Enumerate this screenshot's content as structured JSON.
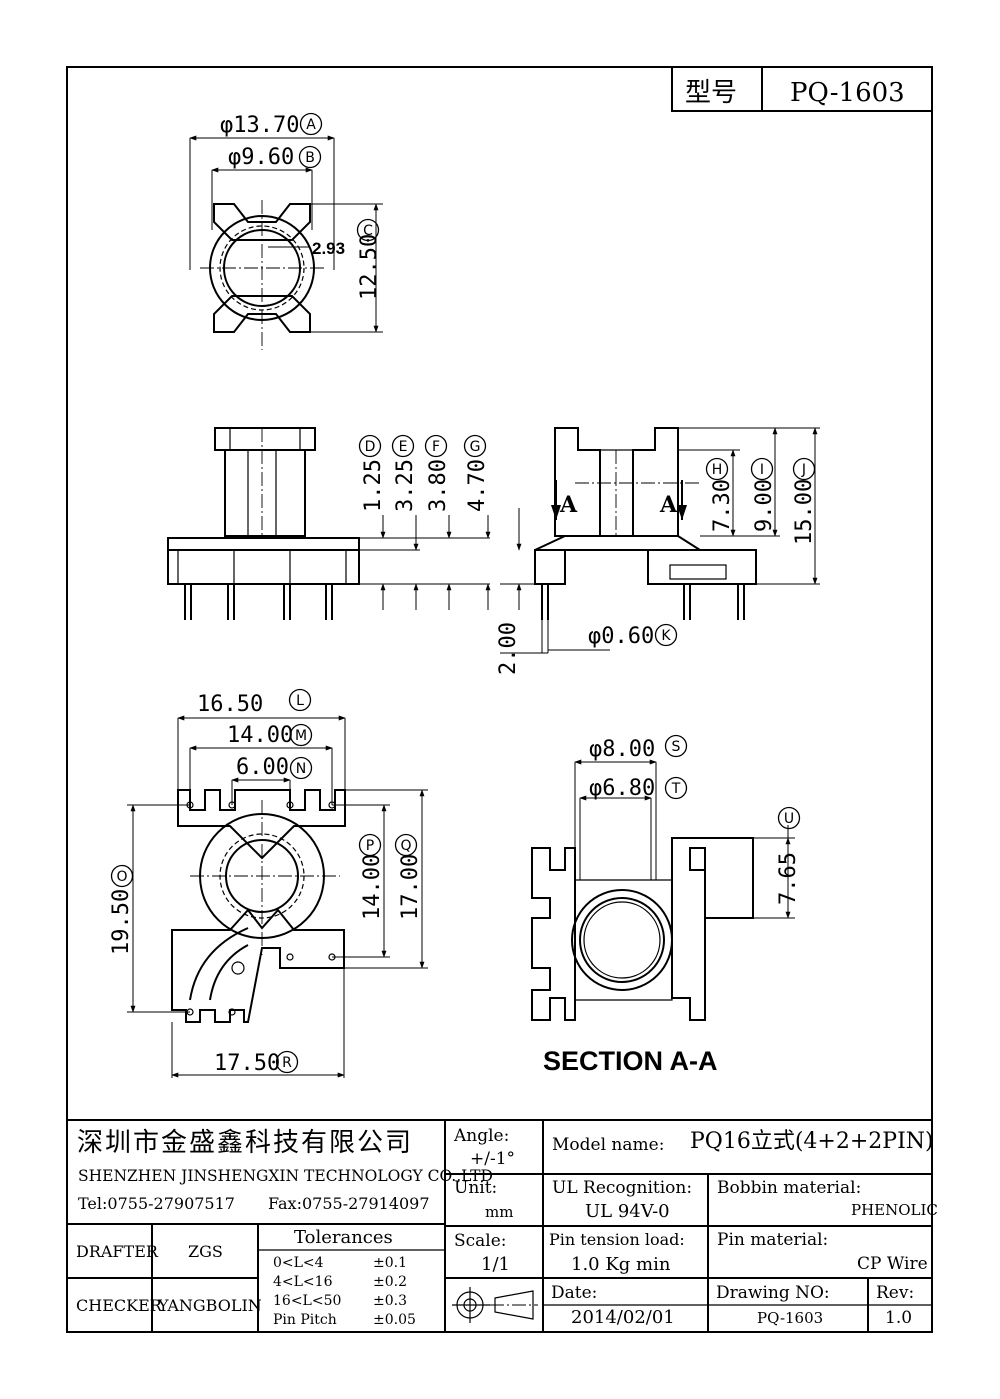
{
  "title_block_top": {
    "label": "型号",
    "model": "PQ-1603"
  },
  "dimensions": {
    "A": "φ13.70",
    "B": "φ9.60",
    "C": "12.50",
    "c_inner": "2.93",
    "D": "1.25",
    "E": "3.25",
    "F": "3.80",
    "G": "4.70",
    "H": "7.30",
    "I": "9.00",
    "J": "15.00",
    "K": "φ0.60",
    "pin_len": "2.00",
    "L": "16.50",
    "M": "14.00",
    "N": "6.00",
    "O": "19.50",
    "P": "14.00",
    "Q": "17.00",
    "R": "17.50",
    "S": "φ8.00",
    "T": "φ6.80",
    "U": "7.65"
  },
  "circled_letters": [
    "A",
    "B",
    "C",
    "D",
    "E",
    "F",
    "G",
    "H",
    "I",
    "J",
    "K",
    "L",
    "M",
    "N",
    "O",
    "P",
    "Q",
    "R",
    "S",
    "T",
    "U"
  ],
  "section_marker": "A",
  "section_title": "SECTION A-A",
  "company": {
    "name_cn": "深圳市金盛鑫科技有限公司",
    "name_en": "SHENZHEN JINSHENGXIN TECHNOLOGY CO.,LTD",
    "tel": "Tel:0755-27907517",
    "fax": "Fax:0755-27914097"
  },
  "angle": {
    "label": "Angle:",
    "value": "+/-1°"
  },
  "unit": {
    "label": "Unit:",
    "value": "mm"
  },
  "scale": {
    "label": "Scale:",
    "value": "1/1"
  },
  "model_name": {
    "label": "Model name:",
    "value": "PQ16立式(4+2+2PIN)"
  },
  "ul": {
    "label": "UL Recognition:",
    "value": "UL 94V-0"
  },
  "bobbin": {
    "label": "Bobbin material:",
    "value": "PHENOLIC"
  },
  "pin_tension": {
    "label": "Pin tension load:",
    "value": "1.0 Kg min"
  },
  "pin_material": {
    "label": "Pin material:",
    "value": "CP Wire"
  },
  "date": {
    "label": "Date:",
    "value": "2014/02/01"
  },
  "drawing_no": {
    "label": "Drawing NO:",
    "value": "PQ-1603"
  },
  "rev": {
    "label": "Rev:",
    "value": "1.0"
  },
  "drafter": {
    "label": "DRAFTER",
    "value": "ZGS"
  },
  "checker": {
    "label": "CHECKER",
    "value": "YANGBOLIN"
  },
  "tolerances": {
    "title": "Tolerances",
    "rows": [
      {
        "range": "0<L<4",
        "tol": "±0.1"
      },
      {
        "range": "4<L<16",
        "tol": "±0.2"
      },
      {
        "range": "16<L<50",
        "tol": "±0.3"
      },
      {
        "range": "Pin Pitch",
        "tol": "±0.05"
      }
    ]
  }
}
